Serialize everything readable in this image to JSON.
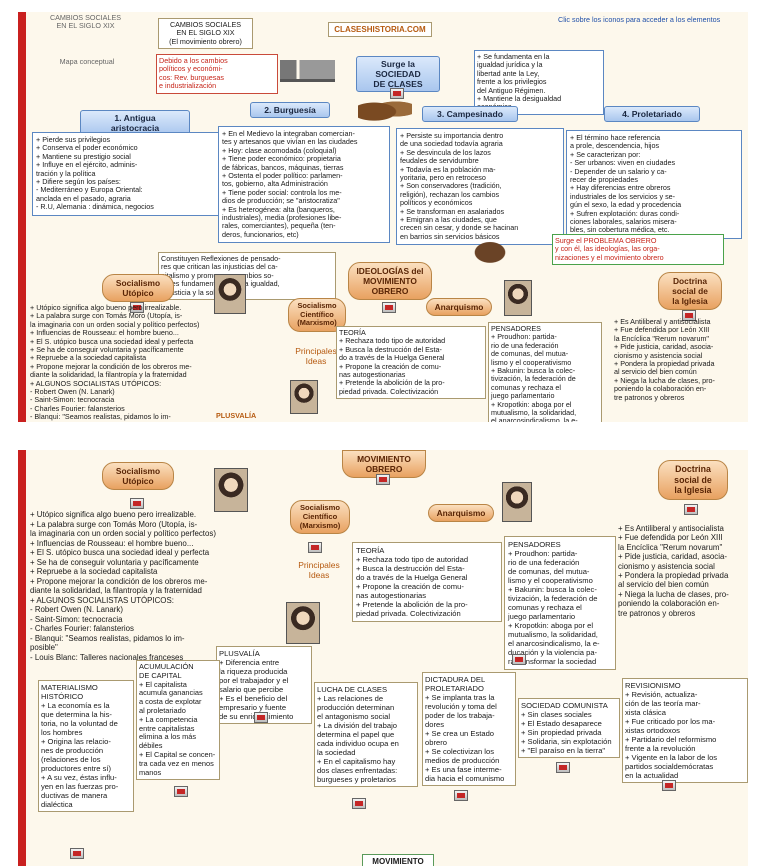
{
  "header": {
    "cambios1": "CAMBIOS SOCIALES\nEN EL SIGLO XIX",
    "cambios2": "CAMBIOS SOCIALES\nEN EL SIGLO XIX\n(El movimiento obrero)",
    "mapa": "Mapa conceptual",
    "site": "CLASESHISTORIA.COM",
    "note": "Clic sobre los iconos para acceder a los elementos"
  },
  "top": {
    "debido": "Debido a los cambios\npolíticos y económi-\ncos: Rev. burguesas\ne industrialización",
    "surge": "Surge la\nSOCIEDAD\nDE CLASES",
    "fundamenta": "+ Se fundamenta en la\nigualdad jurídica y la\nlibertad ante la Ley,\nfrente a los privilegios\ndel Antiguo Régimen.\n+ Mantiene la desigualdad\neconómica"
  },
  "classes": {
    "aristocracia": {
      "title": "1. Antigua\naristocracia",
      "text": "+ Pierde sus privilegios\n+ Conserva el poder económico\n+ Mantiene su prestigio social\n+ Influye en el ejército, adminis-\ntración y la política\n+ Difiere según los países:\n- Mediterráneo y Europa Oriental:\nanclada en el pasado, agraria\n- R.U, Alemania : dinámica, negocios"
    },
    "burguesia": {
      "title": "2. Burguesía",
      "text": "+ En el Medievo la integraban comercian-\ntes y artesanos que vivían en las ciudades\n+ Hoy: clase acomodada (coloquial)\n+ Tiene poder económico: propietaria\nde fábricas, bancos, máquinas, tierras\n+ Ostenta el poder político: parlamen-\ntos, gobierno, alta Administración\n+ Tiene poder social: controla los me-\ndios de producción; se \"aristocratiza\"\n+ Es heterogénea: alta (banqueros,\nindustriales), media (profesiones libe-\nrales, comerciantes), pequeña (ten-\nderos, funcionarios, etc)"
    },
    "campesinado": {
      "title": "3. Campesinado",
      "text": "+ Persiste su importancia dentro\nde una sociedad todavía agraria\n+ Se desvincula de los lazos\nfeudales de servidumbre\n+ Todavía es la población ma-\nyoritaria, pero en retroceso\n+ Son conservadores (tradición,\nreligión), rechazan los cambios\npolíticos y económicos\n+ Se transforman en asalariados\n+ Emigran a las ciudades, que\ncrecen sin cesar, y donde se hacinan\nen barrios sin servicios básicos"
    },
    "proletariado": {
      "title": "4. Proletariado",
      "text": "+ El término hace referencia\na prole, descendencia, hijos\n+ Se caracterizan por:\n- Ser urbanos: viven en ciudades\n- Depender de un salario y ca-\nrecer de propiedades\n+ Hay diferencias entre obreros\nindustriales de los servicios y se-\ngún el sexo, la edad y procedencia\n+ Sufren explotación: duras condi-\nciones laborales, salarios misera-\nbles, sin cobertura médica, etc."
    }
  },
  "mid": {
    "constituyen": "Constituyen Reflexiones de pensado-\nres que critican las injusticias del ca-\npitalismo y promueven cambios so-\nciales fundamentados en la igualdad,\nla justicia y la solidaridad",
    "ideologias": "IDEOLOGÍAS del\nMOVIMIENTO\nOBRERO",
    "surge_problema": "Surge el PROBLEMA OBRERO\ny con él, las ideologías, las orga-\nnizaciones y el movimiento obrero"
  },
  "utopico": {
    "title": "Socialismo\nUtópico",
    "text": "+ Utópico significa algo bueno pero irrealizable.\n+ La palabra surge con Tomás Moro (Utopía, is-\nla imaginaria con un orden social y político perfectos)\n+ Influencias de Rousseau: el hombre bueno...\n+ El S. utópico busca una sociedad ideal y perfecta\n+ Se ha de conseguir voluntaria y pacíficamente\n+ Repruebe a la sociedad capitalista\n+ Propone mejorar la condición de los obreros me-\ndiante la solidaridad, la filantropía y la fraternidad\n+ ALGUNOS SOCIALISTAS UTÓPICOS:\n- Robert Owen (N. Lanark)\n- Saint-Simon: tecnocracia\n- Charles Fourier: falansterios\n- Blanqui: \"Seamos realistas, pidamos lo im-\nposible\"\n- Louis Blanc: Talleres nacionales franceses"
  },
  "cientifico": {
    "title": "Socialismo\nCientífico\n(Marxismo)",
    "principales": "Principales\nIdeas"
  },
  "anarquismo": {
    "title": "Anarquismo",
    "teoria": "TEORÍA\n+ Rechaza todo tipo de autoridad\n+ Busca la destrucción del Esta-\ndo a través de la Huelga General\n+ Propone la creación de comu-\nnas autogestionarias\n+ Pretende la abolición de la pro-\npiedad privada. Colectivización",
    "pensadores": "PENSADORES\n+ Proudhon: partida-\nrio de una federación\nde comunas, del mutua-\nlismo y el cooperativismo\n+ Bakunin: busca la colec-\ntivización, la federación de\ncomunas y rechaza el\njuego parlamentario\n+ Kropotkin: aboga por el\nmutualismo, la solidaridad,\nel anarcosindicalismo, la e-\nducación y la violencia pa-\nra transformar la sociedad"
  },
  "doctrina": {
    "title": "Doctrina\nsocial de\nla Iglesia",
    "text": "+ Es Antiliberal y antisocialista\n+ Fue defendida por León XIII\nla Encíclica \"Rerum novarum\"\n+ Pide justicia, caridad, asocia-\ncionismo y asistencia social\n+ Pondera la propiedad privada\nal servicio del bien común\n+ Niega la lucha de clases, pro-\nponiendo la colaboración en-\ntre patronos y obreros"
  },
  "marx": {
    "plusvalia": "PLUSVALÍA\n+ Diferencia entre\nla riqueza producida\npor el trabajador y el\nsalario que percibe\n+ Es el beneficio del\nempresario y fuente\nde su enriquecimiento",
    "acumulacion": "ACUMULACIÓN\nDE CAPITAL\n+ El capitalista\nacumula ganancias\na costa de explotar\nal proletariado\n+ La competencia\nentre capitalistas\nelimina a los más débiles\n+ El Capital se concen-\ntra cada vez en menos\nmanos",
    "materialismo": "MATERIALISMO\nHISTÓRICO\n+ La economía es la\nque determina la his-\ntoria, no la voluntad de\nlos hombres\n+ Origina las relacio-\nnes de producción\n(relaciones de los\nproductores entre sí)\n+ A su vez, éstas influ-\nyen en las fuerzas pro-\nductivas de manera\ndialéctica",
    "lucha": "LUCHA DE CLASES\n+ Las relaciones de\nproducción determinan\nel antagonismo social\n+ La división del trabajo\ndetermina el papel que\ncada individuo ocupa en\nla sociedad\n+ En el capitalismo hay\ndos clases enfrentadas:\nburgueses y proletarios",
    "dictadura": "DICTADURA DEL\nPROLETARIADO\n+ Se implanta tras la\nrevolución y toma del\npoder de los trabaja-\ndores\n+ Se crea un Estado\nobrero\n+ Se colectivizan los\nmedios de producción\n+ Es una fase interme-\ndia hacia el comunismo",
    "comunista": "SOCIEDAD COMUNISTA\n+ Sin clases sociales\n+ El Estado desaparece\n+ Sin propiedad privada\n+ Solidaria, sin explotación\n+ \"El paraíso en la tierra\"",
    "revisionismo": "REVISIONISMO\n+ Revisión, actualiza-\nción de las teoría mar-\nxista clásica\n+ Fue criticado por los ma-\nxistas ortodoxos\n+ Partidario del reformismo\nfrente a la revolución\n+ Vigente en la labor de los\npartidos socialdemócratas\nen la actualidad"
  },
  "bottom": {
    "movimiento": "MOVIMIENTO",
    "movimiento_obrero": "MOVIMIENTO\nOBRERO"
  },
  "colors": {
    "accent": "#c9201f",
    "header": "#a9c6ee",
    "oval": "#e8a160"
  }
}
